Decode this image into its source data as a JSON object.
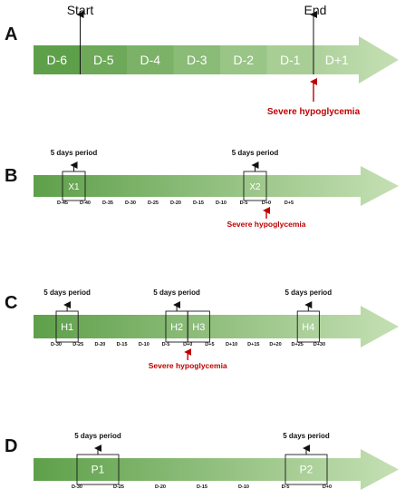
{
  "panels": [
    {
      "id": "A",
      "label": "A",
      "segments": [
        "D-6",
        "D-5",
        "D-4",
        "D-3",
        "D-2",
        "D-1",
        "D+1"
      ],
      "markers": [
        {
          "text": "Start",
          "at": 1
        },
        {
          "text": "End",
          "at": 6
        }
      ],
      "event": {
        "text": "Severe hypoglycemia",
        "at": 6
      }
    },
    {
      "id": "B",
      "label": "B",
      "ticks": [
        "D-45",
        "D-40",
        "D-35",
        "D-30",
        "D-25",
        "D-20",
        "D-15",
        "D-10",
        "D-5",
        "D+0",
        "D+5"
      ],
      "periods": [
        {
          "label": "X1",
          "caption": "5 days period",
          "from": 0,
          "to": 1
        },
        {
          "label": "X2",
          "caption": "5 days period",
          "from": 8,
          "to": 9
        }
      ],
      "event": {
        "text": "Severe hypoglycemia",
        "at": 9
      }
    },
    {
      "id": "C",
      "label": "C",
      "ticks": [
        "D-30",
        "D-25",
        "D-20",
        "D-15",
        "D-10",
        "D-5",
        "D+0",
        "D+5",
        "D+10",
        "D+15",
        "D+20",
        "D+25",
        "D+30"
      ],
      "periods": [
        {
          "label": "H1",
          "caption": "5 days period",
          "from": 0,
          "to": 1
        },
        {
          "label": "H2",
          "caption": "5 days period",
          "from": 5,
          "to": 6
        },
        {
          "label": "H3",
          "caption": "",
          "from": 6,
          "to": 7
        },
        {
          "label": "H4",
          "caption": "5 days period",
          "from": 11,
          "to": 12
        }
      ],
      "event": {
        "text": "Severe hypoglycemia",
        "at": 6
      }
    },
    {
      "id": "D",
      "label": "D",
      "ticks": [
        "D-30",
        "D-25",
        "D-20",
        "D-15",
        "D-10",
        "D-5",
        "D+0"
      ],
      "periods": [
        {
          "label": "P1",
          "caption": "5 days period",
          "from": 0,
          "to": 1
        },
        {
          "label": "P2",
          "caption": "5 days period",
          "from": 5,
          "to": 6
        }
      ]
    }
  ],
  "colors": {
    "arrow_dark": "#5ea04a",
    "arrow_light": "#c5e0b4",
    "event": "#c00000",
    "box": "#1a1a1a"
  }
}
